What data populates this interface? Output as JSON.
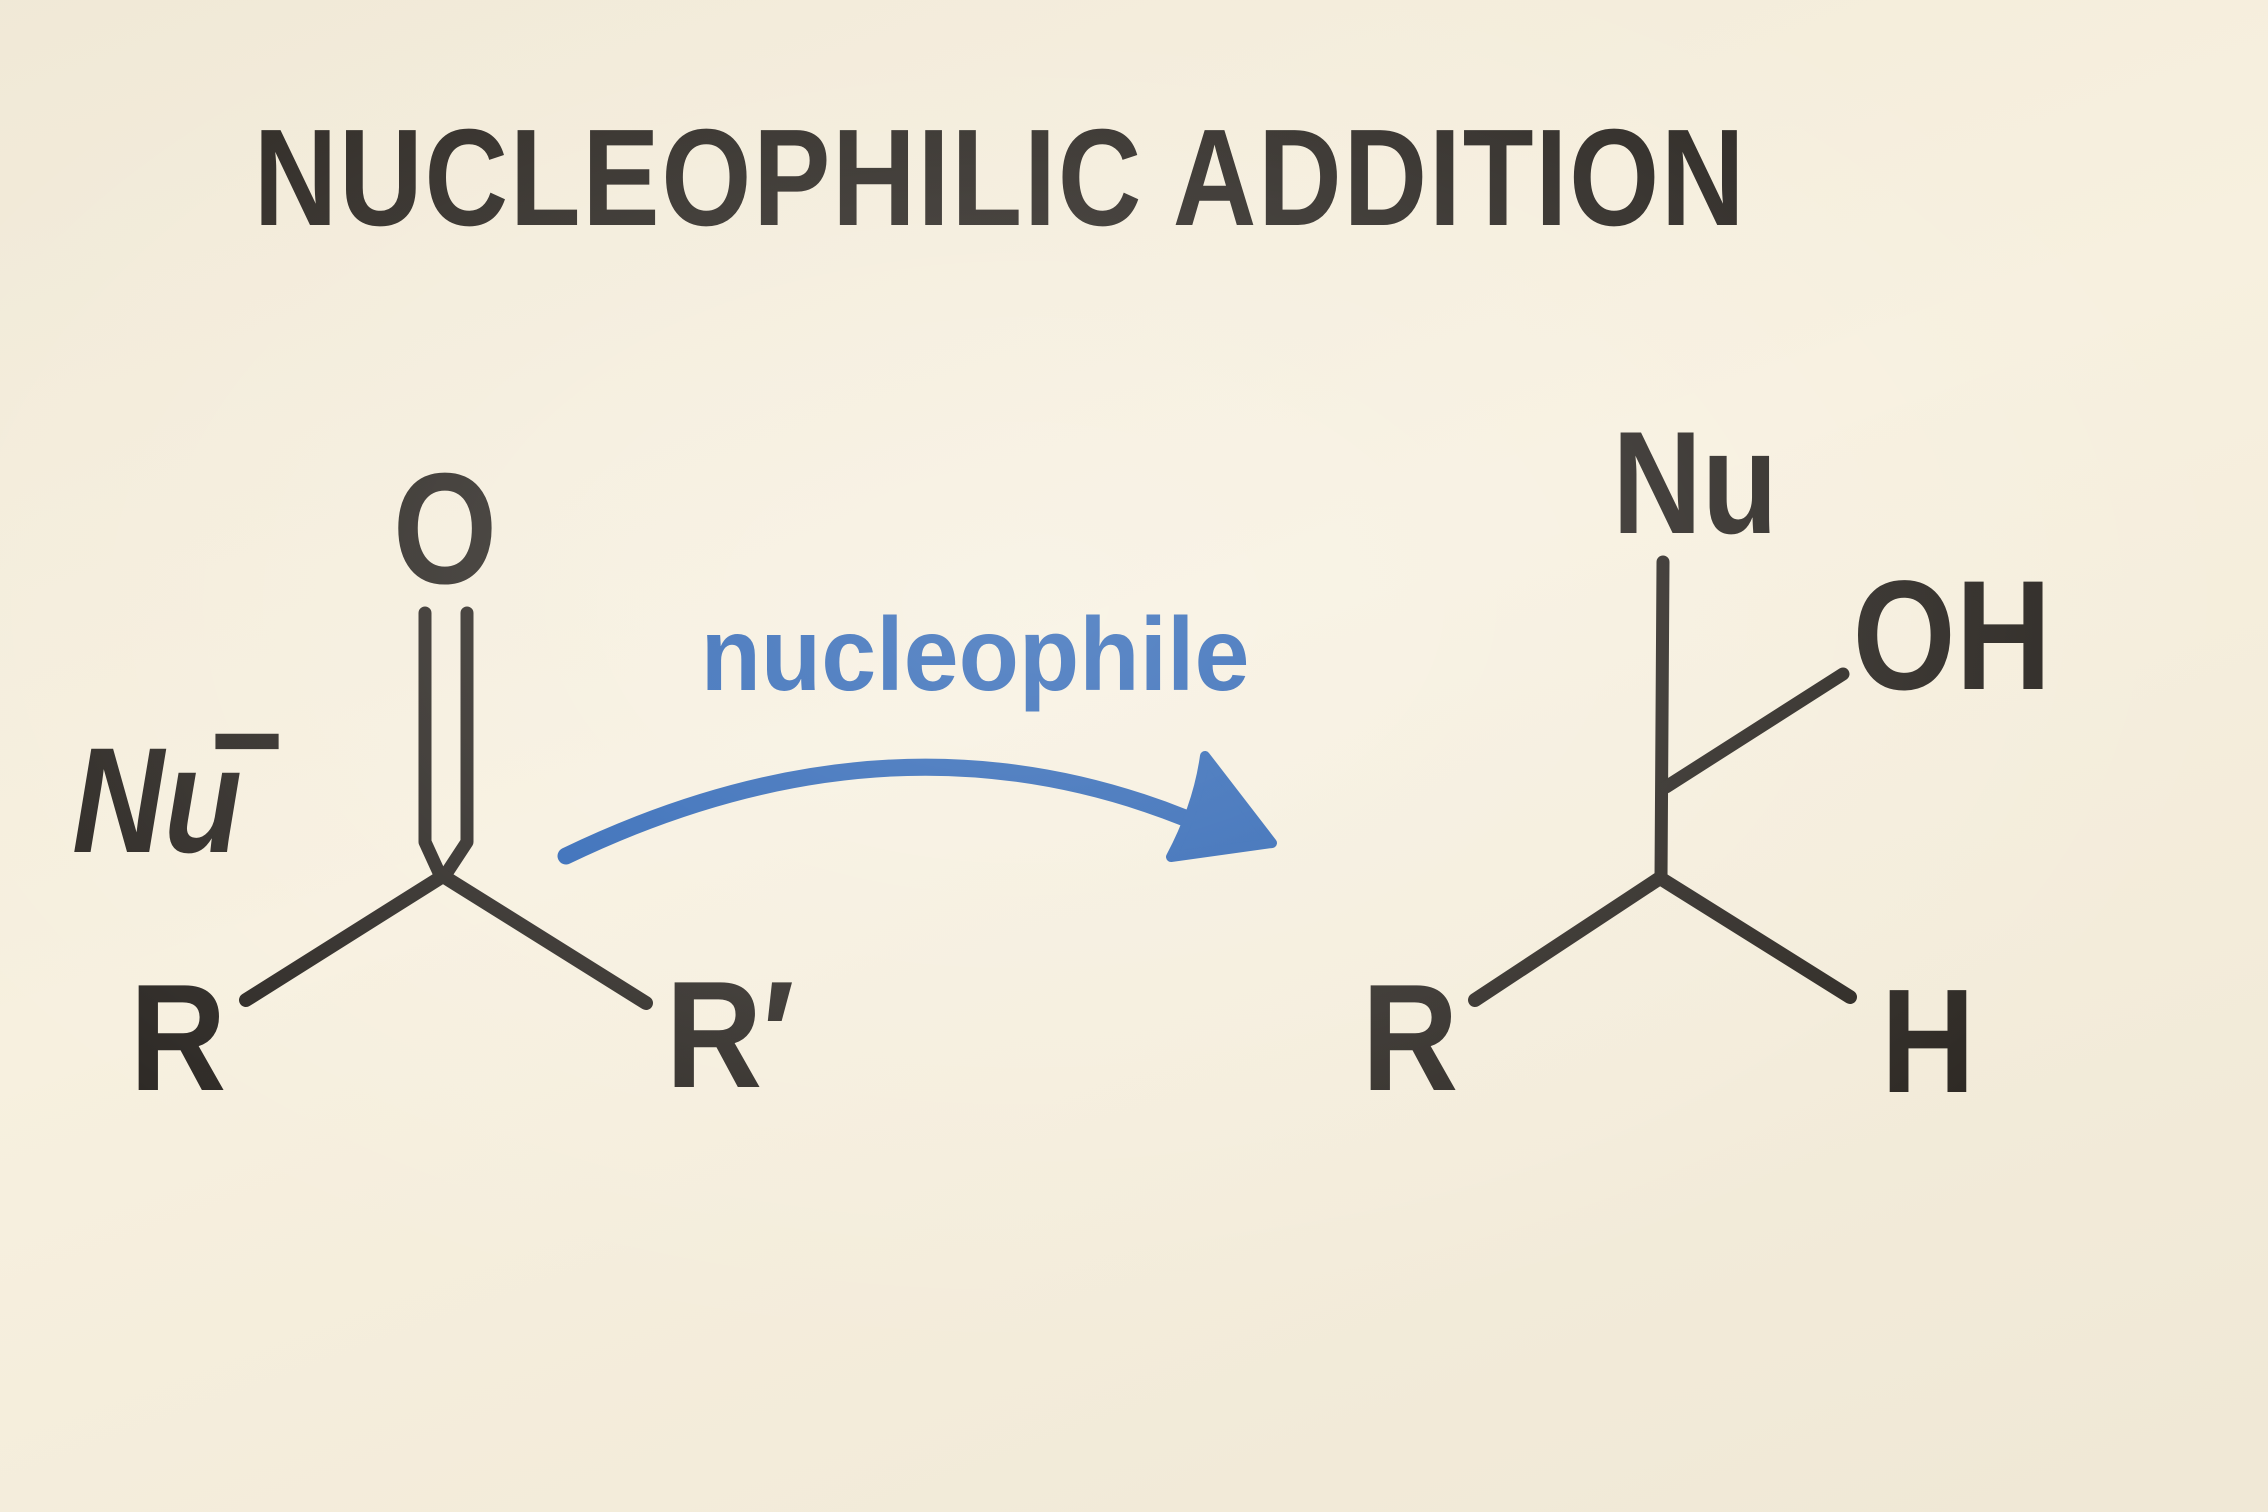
{
  "colors": {
    "background": "#f7f0df",
    "ink": "#2b2723",
    "accent": "#2a63b4"
  },
  "header": {
    "title": "NUCLEOPHILIC ADDITION"
  },
  "reaction": {
    "arrow_label": "nucleophile",
    "reactant": {
      "oxygen": "O",
      "nucleophile_base": "Nu",
      "nucleophile_charge": "−",
      "r_group_left": "R",
      "r_group_right": "R′"
    },
    "product": {
      "nucleophile": "Nu",
      "hydroxyl": "OH",
      "r_group": "R",
      "hydrogen": "H"
    }
  }
}
